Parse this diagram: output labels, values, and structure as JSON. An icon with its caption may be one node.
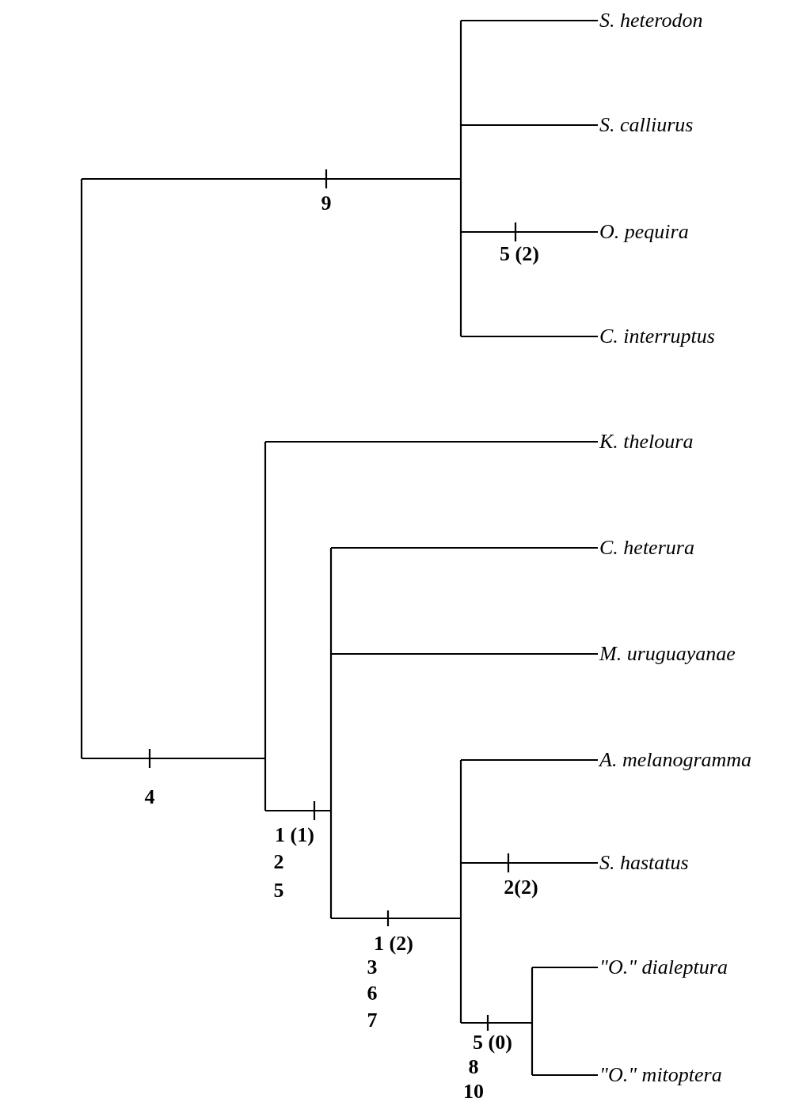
{
  "diagram": {
    "nodes": [
      {
        "text": [
          "S. heterodon"
        ]
      },
      {
        "text": [
          "S. calliurus"
        ]
      },
      {
        "text": [
          "O. pequira"
        ]
      },
      {
        "text": [
          "C. interruptus"
        ]
      },
      {
        "text": [
          "K. theloura"
        ]
      },
      {
        "text": [
          "C. heterura"
        ]
      },
      {
        "text": [
          "M. uruguayanae"
        ]
      },
      {
        "text": [
          "A. melanogramma"
        ]
      },
      {
        "text": [
          "S. hastatus"
        ]
      },
      {
        "text": [
          "\"O.\" dialeptura"
        ]
      },
      {
        "text": [
          "\"O.\" mitoptera"
        ]
      }
    ],
    "edges": [
      {
        "from": null,
        "to": 0,
        "arrow": "none"
      },
      {
        "from": null,
        "to": 1,
        "arrow": "none"
      },
      {
        "from": null,
        "to": 2,
        "arrow": "none",
        "label": "5 (2)"
      },
      {
        "from": null,
        "to": 3,
        "arrow": "none"
      },
      {
        "from": null,
        "to": 4,
        "arrow": "none"
      },
      {
        "from": null,
        "to": 5,
        "arrow": "none"
      },
      {
        "from": null,
        "to": 6,
        "arrow": "none"
      },
      {
        "from": null,
        "to": 7,
        "arrow": "none"
      },
      {
        "from": null,
        "to": 8,
        "arrow": "none",
        "label": "2(2)"
      },
      {
        "from": null,
        "to": 9,
        "arrow": "none"
      },
      {
        "from": null,
        "to": 10,
        "arrow": "none"
      }
    ],
    "labels": [
      "9",
      "4",
      "1 (1)",
      "2",
      "5",
      "1 (2)",
      "3",
      "6",
      "7",
      "5 (0)",
      "8",
      "10"
    ]
  }
}
